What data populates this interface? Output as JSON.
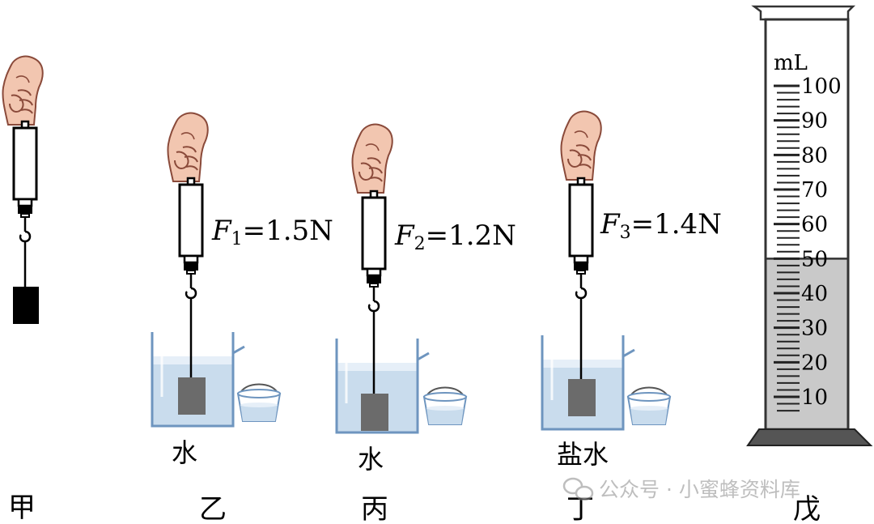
{
  "panels": {
    "jia": {
      "caption": "甲"
    },
    "yi": {
      "caption": "乙",
      "liquid": "水",
      "force_symbol": "F",
      "force_sub": "1",
      "force_value": "=1.5N"
    },
    "bing": {
      "caption": "丙",
      "liquid": "水",
      "force_symbol": "F",
      "force_sub": "2",
      "force_value": "=1.2N"
    },
    "ding": {
      "caption": "丁",
      "liquid": "盐水",
      "force_symbol": "F",
      "force_sub": "3",
      "force_value": "=1.4N"
    },
    "wu": {
      "caption": "戊"
    }
  },
  "cylinder": {
    "unit": "mL",
    "major_labels": [
      "100",
      "90",
      "80",
      "70",
      "60",
      "50",
      "40",
      "30",
      "20",
      "10"
    ],
    "reading": 50
  },
  "watermark": {
    "text": "公众号 · 小蜜蜂资料库"
  },
  "colors": {
    "water": "#c9dced",
    "water_surface": "#e6eff8",
    "beaker": "#6e95bf",
    "block": "#6b6b6b",
    "cylinder_liquid": "#c9c9c9",
    "hand": "#f2c6b0"
  }
}
